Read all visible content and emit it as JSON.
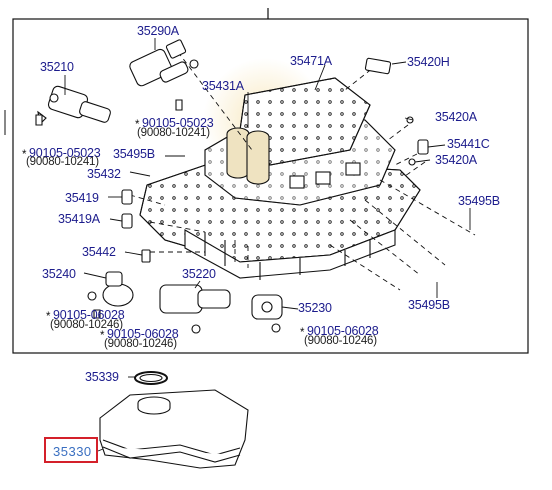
{
  "labels": {
    "p35290A": "35290A",
    "p35210": "35210",
    "p35471A": "35471A",
    "p35420H": "35420H",
    "p35431A": "35431A",
    "p35420A_1": "35420A",
    "p35441C": "35441C",
    "p35420A_2": "35420A",
    "p35495B_1": "35495B",
    "p35432": "35432",
    "p35495B_2": "35495B",
    "p35419": "35419",
    "p35419A": "35419A",
    "p35442": "35442",
    "p35240": "35240",
    "p35220": "35220",
    "p35230": "35230",
    "p35495B_3": "35495B",
    "p35339": "35339",
    "p35330": "35330"
  },
  "bolts": {
    "b1_main": "90105-05023",
    "b1_sub": "(90080-10241)",
    "b2_main": "90105-05023",
    "b2_sub": "(90080-10241)",
    "b3_main": "90105-06028",
    "b3_sub": "(90080-10246)",
    "b4_main": "90105-06028",
    "b4_sub": "(90080-10246)",
    "b5_main": "90105-06028",
    "b5_sub": "(90080-10246)"
  },
  "asterisk": "*",
  "highlight": {
    "part": "35330",
    "color": "#d4202a"
  },
  "colors": {
    "label_blue": "#1c1c8c",
    "line": "#111111",
    "highlight_text": "#3a6fc1",
    "watermark": "#f5e3b5"
  }
}
